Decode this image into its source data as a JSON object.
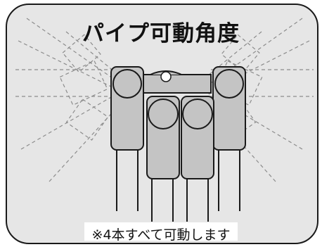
{
  "title": "パイプ可動角度",
  "caption": "※4本すべて可動します",
  "colors": {
    "background": "#e6e6e6",
    "frame": "#1a1a1a",
    "pipe_fill": "#c4c4c4",
    "dashed": "#8c8c8c",
    "text": "#111111"
  },
  "icons": [
    "pipe-bracket-diagram"
  ],
  "pipe_count": 4
}
